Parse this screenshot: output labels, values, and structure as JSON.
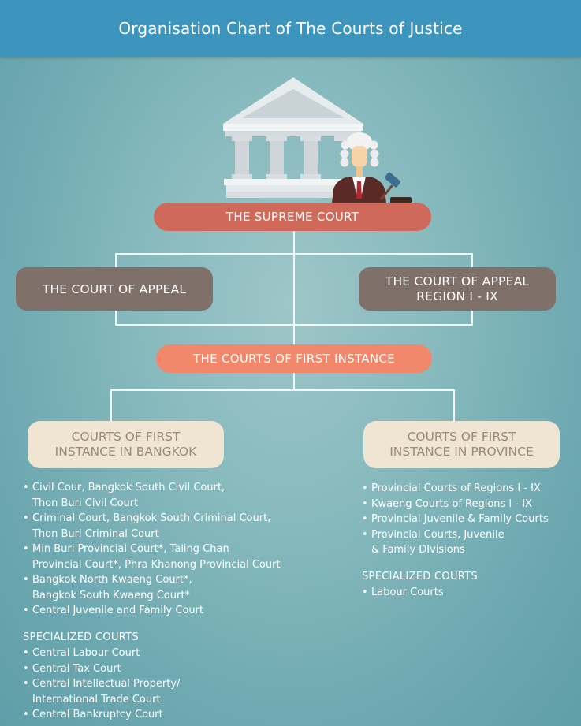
{
  "header": {
    "title": "Organisation Chart of The Courts of Justice"
  },
  "nodes": {
    "supreme": "THE SUPREME COURT",
    "appeal": "THE COURT OF APPEAL",
    "appeal_region": [
      "THE COURT OF APPEAL",
      "REGION I - IX"
    ],
    "first_instance": "THE COURTS OF FIRST INSTANCE",
    "bangkok": [
      "COURTS OF FIRST",
      "INSTANCE IN BANGKOK"
    ],
    "province": [
      "COURTS OF FIRST",
      "INSTANCE IN PROVINCE"
    ]
  },
  "bangkok_courts": [
    [
      "Civil Cour, Bangkok South Civil Court,",
      "Thon Buri Civil Court"
    ],
    [
      "Criminal Court, Bangkok South Criminal Court,",
      "Thon Buri Criminal Court"
    ],
    [
      "Min Buri Provincial Court*, Taling Chan",
      "Provincial Court*, Phra Khanong Provincial Court"
    ],
    [
      "Bangkok North Kwaeng Court*,",
      "Bangkok South Kwaeng Court*"
    ],
    [
      "Central Juvenile and Family Court"
    ]
  ],
  "bangkok_specialized": {
    "heading": "SPECIALIZED COURTS",
    "items": [
      [
        "Central Labour Court"
      ],
      [
        "Central Tax Court"
      ],
      [
        "Central Intellectual Property/",
        "International Trade Court"
      ],
      [
        "Central Bankruptcy Court"
      ]
    ]
  },
  "province_courts": [
    [
      "Provincial Courts of Regions I - IX"
    ],
    [
      "Kwaeng Courts of Regions I - IX"
    ],
    [
      "Provincial Juvenile & Family Courts"
    ],
    [
      "Provincial Courts, Juvenile",
      "& Family DIvisions"
    ]
  ],
  "province_specialized": {
    "heading": "SPECIALIZED COURTS",
    "items": [
      [
        "Labour Courts"
      ]
    ]
  },
  "colors": {
    "header": "#3d95bd",
    "supreme": "#cf6a5b",
    "appeal": "#80706a",
    "first_instance": "#f1876b",
    "instance_boxes": "#efe5d2"
  },
  "icons": [
    "courthouse-icon",
    "judge-icon",
    "gavel-icon"
  ]
}
